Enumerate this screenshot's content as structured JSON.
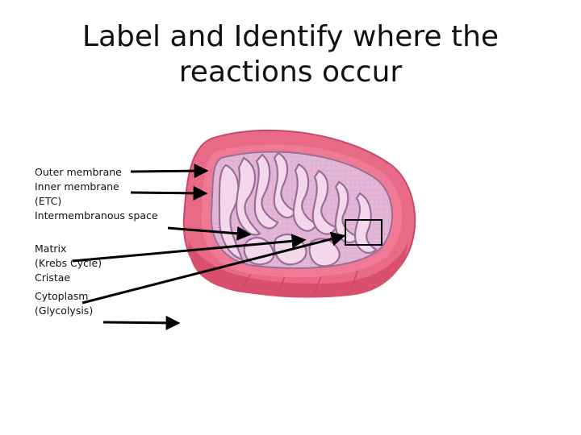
{
  "slide": {
    "title": "Label and Identify where the reactions occur"
  },
  "labels": {
    "outer_membrane": "Outer membrane",
    "inner_membrane": "Inner membrane",
    "etc": "(ETC)",
    "intermembranous_space": "Intermembranous space",
    "matrix": "Matrix",
    "krebs_cycle": "(Krebs Cycle)",
    "cristae": "Cristae",
    "cytoplasm": "Cytoplasm",
    "glycolysis": "(Glycolysis)"
  },
  "colors": {
    "outer_membrane": "#e86a86",
    "outer_membrane_shade": "#d94f6e",
    "intermembrane": "#f07a95",
    "matrix": "#e2b4d6",
    "cristae_fill": "#f3d8ec",
    "cristae_stroke": "#9a6f96",
    "arrow": "#000000"
  }
}
